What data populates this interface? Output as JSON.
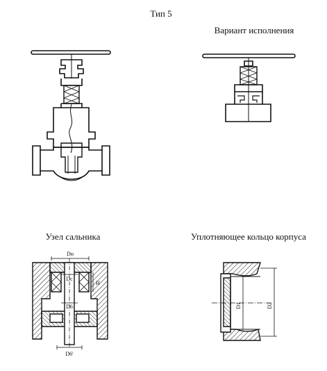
{
  "title": "Тип 5",
  "variant_caption": "Вариант исполнения",
  "gland_caption": "Узел сальника",
  "ring_caption": "Уплотняющее кольцо корпуса",
  "dimension_labels": {
    "dn": "Dн",
    "dc": "Dс",
    "h": "H",
    "d6": "D6",
    "d6_prime": "D6'",
    "d1": "D1",
    "d2": "D2"
  }
}
